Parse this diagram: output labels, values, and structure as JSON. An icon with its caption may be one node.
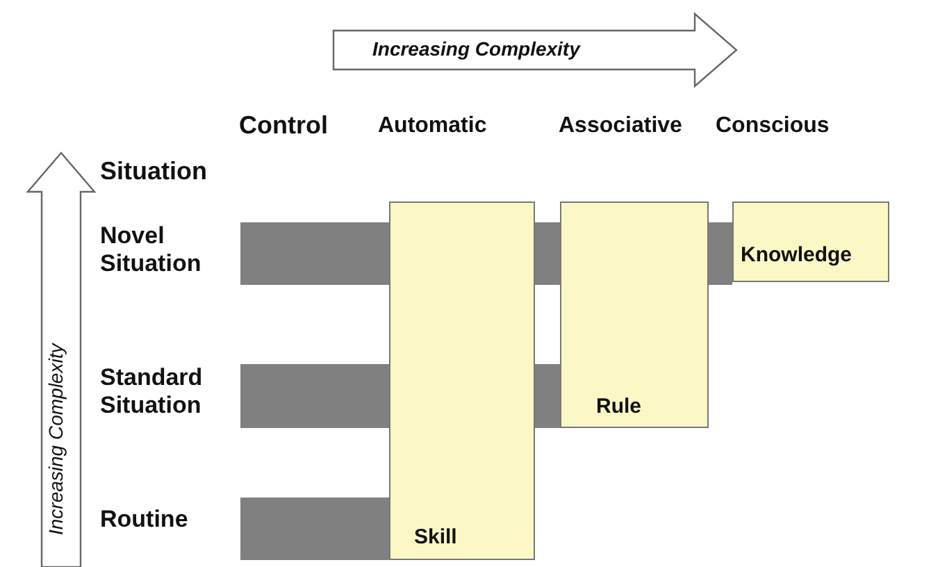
{
  "diagram": {
    "nodes": [
      {
        "text": [
          "Skill"
        ]
      },
      {
        "text": [
          "Rule"
        ]
      },
      {
        "text": [
          "Knowledge"
        ]
      }
    ],
    "labels": [
      "Increasing Complexity",
      "Control",
      "Automatic",
      "Associative",
      "Conscious",
      "Situation",
      "Increasing Complexity",
      "Novel Situation",
      "Standard Situation",
      "Routine"
    ]
  }
}
